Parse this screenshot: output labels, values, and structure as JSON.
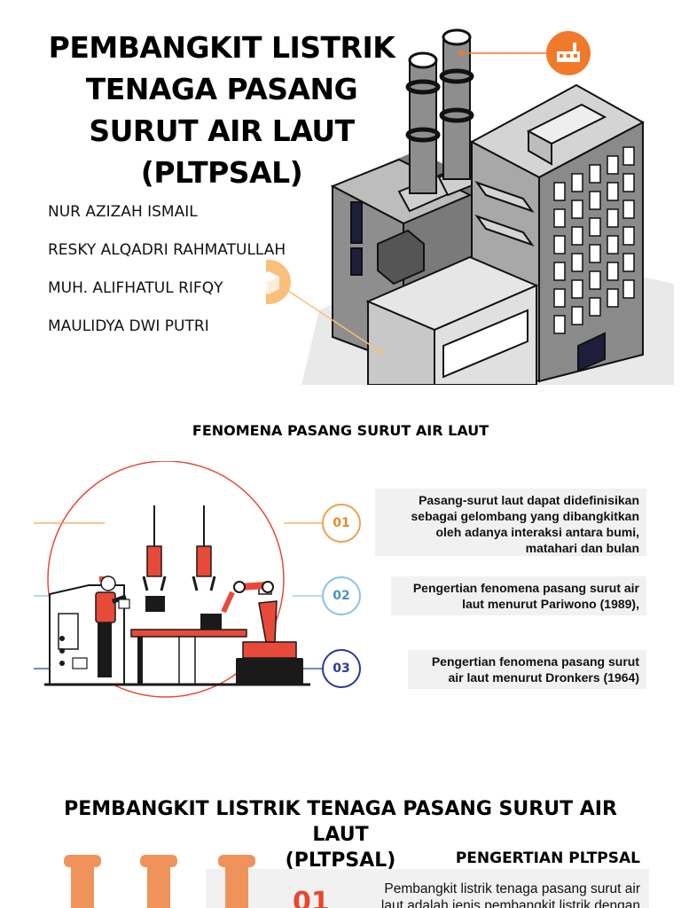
{
  "header": {
    "title_lines": [
      "PEMBANGKIT LISTRIK",
      "TENAGA PASANG",
      "SURUT AIR LAUT",
      "(PLTPSAL)"
    ],
    "authors": [
      "NUR AZIZAH ISMAIL",
      "RESKY ALQADRI RAHMATULLAH",
      "MUH. ALIFHATUL RIFQY",
      "MAULIDYA DWI PUTRI"
    ]
  },
  "phenomena": {
    "heading": "FENOMENA PASANG SURUT AIR LAUT",
    "points": [
      {
        "number": "01",
        "text": "Pasang-surut laut dapat didefinisikan sebagai gelombang yang dibangkitkan oleh adanya interaksi antara bumi, matahari dan bulan"
      },
      {
        "number": "02",
        "text": "Pengertian fenomena pasang surut air laut menurut Pariwono (1989),"
      },
      {
        "number": "03",
        "text": "Pengertian fenomena pasang surut air laut menurut Dronkers (1964)"
      }
    ]
  },
  "pltpsal": {
    "heading_lines": [
      "PEMBANGKIT LISTRIK TENAGA PASANG SURUT AIR LAUT",
      "(PLTPSAL)"
    ],
    "subheading": "PENGERTIAN PLTPSAL",
    "number": "01",
    "text_lines": [
      "Pembangkit listrik tenaga pasang surut air",
      "laut adalah jenis pembangkit listrik dengan"
    ]
  },
  "colors": {
    "accent_orange": "#f07a2a",
    "accent_light_orange": "#f9c07a",
    "accent_red": "#e8462e",
    "accent_blue": "#4a90d0",
    "accent_navy": "#2a3a9a"
  }
}
